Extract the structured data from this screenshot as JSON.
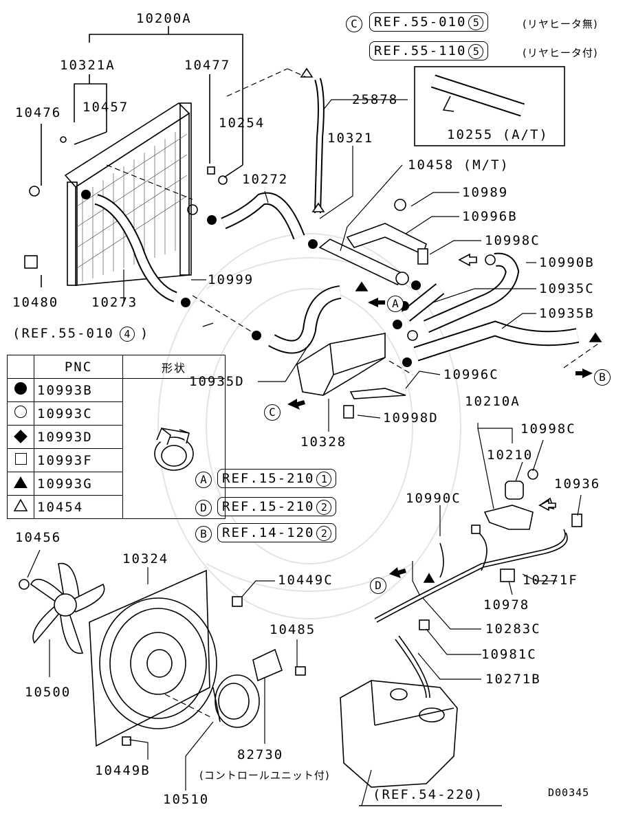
{
  "diagram": {
    "diagram_id": "D00345",
    "labels": {
      "l10200A": "10200A",
      "l10321A": "10321A",
      "l10477": "10477",
      "l10476": "10476",
      "l10457": "10457",
      "l10254": "10254",
      "l25878": "25878",
      "l10321": "10321",
      "l10272": "10272",
      "l10458": "10458 (M/T)",
      "l10989": "10989",
      "l10996B": "10996B",
      "l10998C_a": "10998C",
      "l10990B": "10990B",
      "l10935C": "10935C",
      "l10935B": "10935B",
      "l10480": "10480",
      "l10273": "10273",
      "l10999": "10999",
      "l10935D": "10935D",
      "l10996C": "10996C",
      "l10210A": "10210A",
      "l10998D": "10998D",
      "l10328": "10328",
      "l10998C_b": "10998C",
      "l10210": "10210",
      "l10936": "10936",
      "l10990C": "10990C",
      "l10271F": "10271F",
      "l10456": "10456",
      "l10324": "10324",
      "l10449C": "10449C",
      "l10978": "10978",
      "l10283C": "10283C",
      "l10485": "10485",
      "l10981C": "10981C",
      "l10500": "10500",
      "l10271B": "10271B",
      "l82730": "82730",
      "l82730_note": "(コントロールユニット付)",
      "l10449B": "10449B",
      "l10510": "10510",
      "l10255": "10255 (A/T)"
    },
    "refs": {
      "ref_c_55010": {
        "prefix": "C",
        "text": "REF.55-010",
        "num": "5",
        "note": "(リヤヒータ無)"
      },
      "ref_55110": {
        "text": "REF.55-110",
        "num": "5",
        "note": "(リヤヒータ付)"
      },
      "ref_55010_4": {
        "text": "(REF.55-010",
        "num": "4",
        "close": ")"
      },
      "ref_a": {
        "prefix": "A",
        "text": "REF.15-210",
        "num": "1"
      },
      "ref_d": {
        "prefix": "D",
        "text": "REF.15-210",
        "num": "2"
      },
      "ref_b": {
        "prefix": "B",
        "text": "REF.14-120",
        "num": "2"
      },
      "ref_54220": {
        "text": "(REF.54-220)"
      }
    },
    "markers": {
      "A": "A",
      "B": "B",
      "C": "C",
      "D": "D"
    }
  },
  "legend": {
    "header_pnc": "PNC",
    "header_shape": "形状",
    "rows": [
      {
        "symbol": "filled-circle",
        "pnc": "10993B"
      },
      {
        "symbol": "open-circle",
        "pnc": "10993C"
      },
      {
        "symbol": "filled-diamond",
        "pnc": "10993D"
      },
      {
        "symbol": "open-square",
        "pnc": "10993F"
      },
      {
        "symbol": "filled-triangle",
        "pnc": "10993G"
      },
      {
        "symbol": "open-triangle",
        "pnc": "10454"
      }
    ]
  }
}
